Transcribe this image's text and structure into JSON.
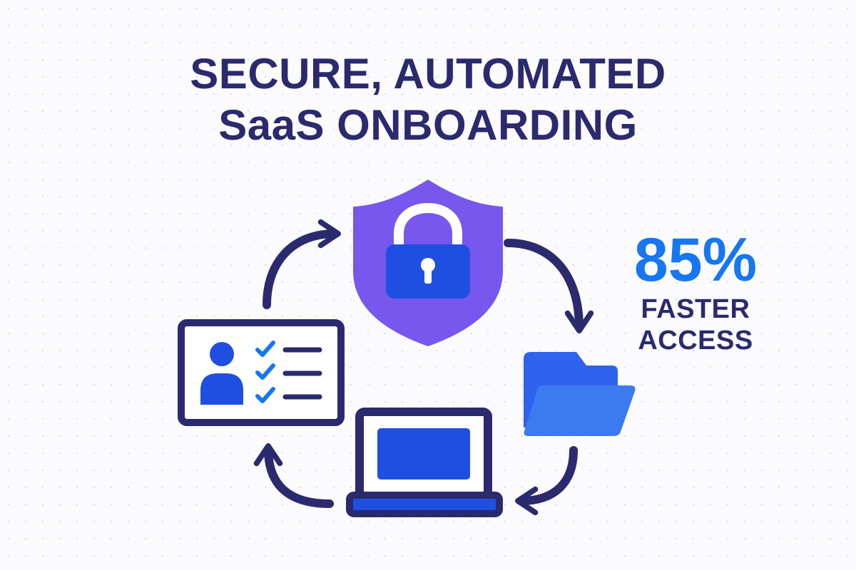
{
  "title": {
    "line1": "SECURE, AUTOMATED",
    "line2": "SaaS ONBOARDING"
  },
  "stat": {
    "value": "85%",
    "line1": "FASTER",
    "line2": "ACCESS"
  },
  "colors": {
    "navy": "#2b2a6e",
    "blue": "#1f4fe0",
    "bright_blue": "#1677f0",
    "purple": "#7757ee",
    "folder_back": "#2f63ee",
    "folder_front": "#3b7af0"
  },
  "icons": [
    "shield-lock-icon",
    "folder-icon",
    "laptop-icon",
    "user-profile-checklist-icon",
    "cycle-arrow-icon"
  ]
}
